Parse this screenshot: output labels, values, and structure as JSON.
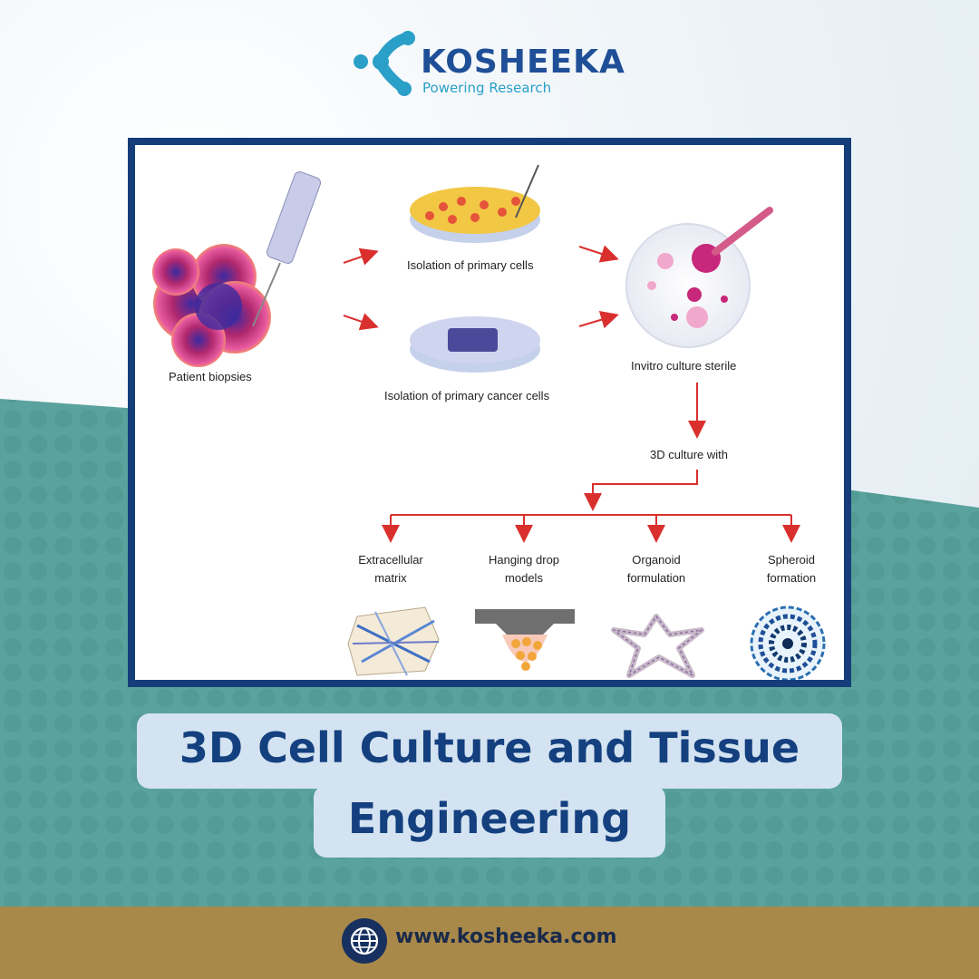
{
  "brand": {
    "name": "KOSHEEKA",
    "tagline": "Powering Research"
  },
  "diagram": {
    "nodes": {
      "patient_biopsies": "Patient biopsies",
      "isolation_primary": "Isolation of primary cells",
      "isolation_cancer": "Isolation of primary cancer cells",
      "invitro": "Invitro culture sterile",
      "culture3d": "3D culture with"
    },
    "methods": [
      {
        "line1": "Extracellular",
        "line2": "matrix"
      },
      {
        "line1": "Hanging drop",
        "line2": "models"
      },
      {
        "line1": "Organoid",
        "line2": "formulation"
      },
      {
        "line1": "Spheroid",
        "line2": "formation"
      }
    ]
  },
  "title": {
    "line1": "3D Cell Culture and Tissue",
    "line2": "Engineering"
  },
  "footer": {
    "url": "www.kosheeka.com"
  },
  "colors": {
    "brand_blue": "#1f4f97",
    "accent_cyan": "#2a9fc8",
    "teal_background": "#5aa29d",
    "footer_gold": "#a8894a",
    "arrow_red": "#d9302e",
    "frame_navy": "#153d7a"
  }
}
